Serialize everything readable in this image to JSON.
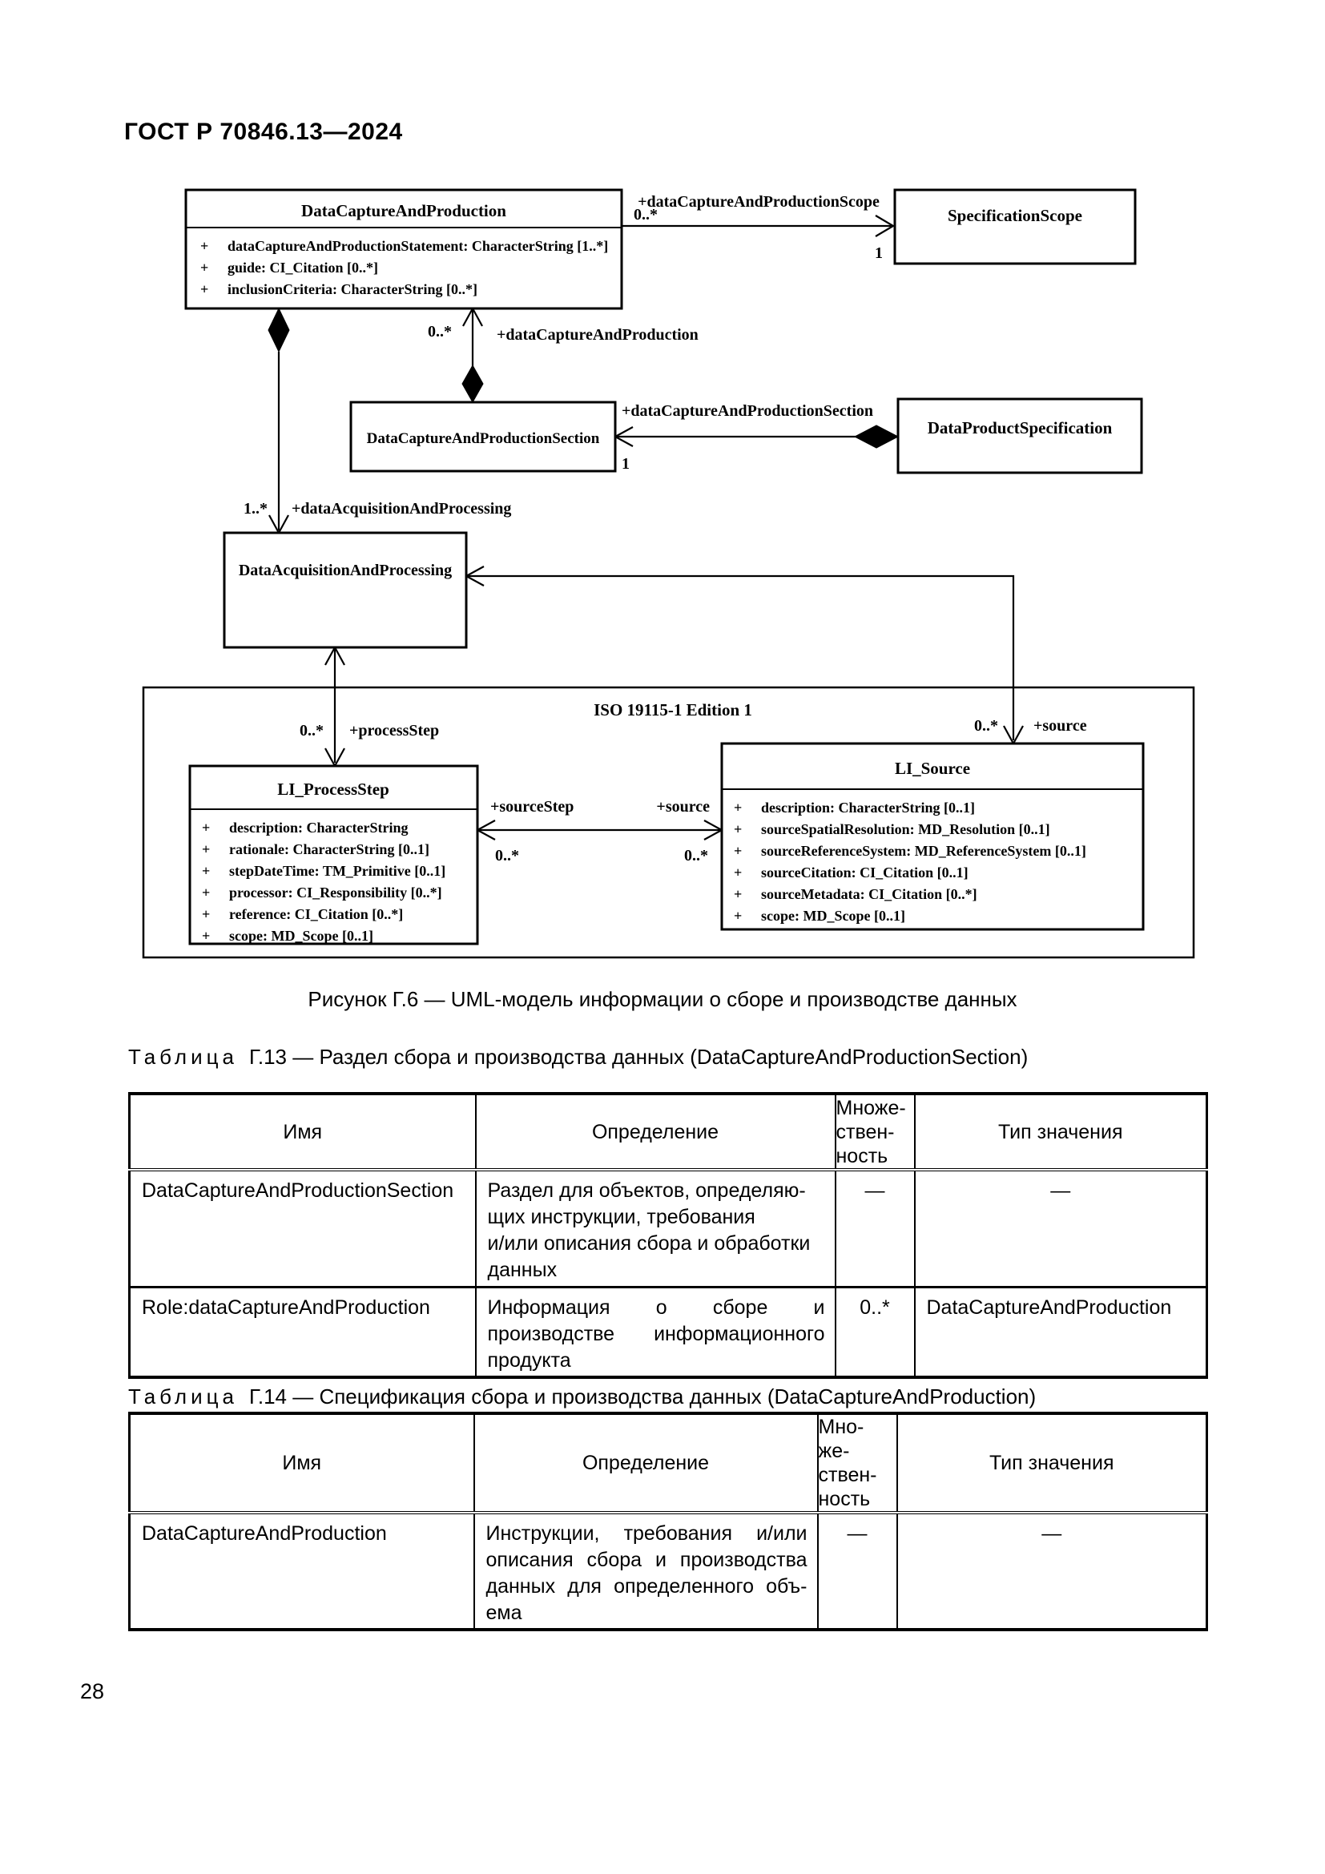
{
  "page": {
    "doc_number": "ГОСТ Р 70846.13—2024",
    "page_number": "28",
    "figure_caption": "Рисунок Г.6 — UML-модель информации о сборе и производстве данных"
  },
  "diagram": {
    "plus": "+",
    "frame_label": "ISO 19115-1 Edition 1",
    "classes": {
      "dcp": {
        "name": "DataCaptureAndProduction",
        "attributes": [
          "dataCaptureAndProductionStatement: CharacterString [1..*]",
          "guide: CI_Citation [0..*]",
          "inclusionCriteria: CharacterString [0..*]"
        ]
      },
      "scope": {
        "name": "SpecificationScope"
      },
      "section": {
        "name": "DataCaptureAndProductionSection"
      },
      "dps": {
        "name": "DataProductSpecification"
      },
      "dap": {
        "name": "DataAcquisitionAndProcessing"
      },
      "processstep": {
        "name": "LI_ProcessStep",
        "attributes": [
          "description: CharacterString",
          "rationale: CharacterString [0..1]",
          "stepDateTime: TM_Primitive [0..1]",
          "processor: CI_Responsibility [0..*]",
          "reference: CI_Citation [0..*]",
          "scope: MD_Scope [0..1]"
        ]
      },
      "source": {
        "name": "LI_Source",
        "attributes": [
          "description: CharacterString [0..1]",
          "sourceSpatialResolution: MD_Resolution [0..1]",
          "sourceReferenceSystem: MD_ReferenceSystem [0..1]",
          "sourceCitation: CI_Citation [0..1]",
          "sourceMetadata: CI_Citation [0..*]",
          "scope: MD_Scope [0..1]"
        ]
      }
    },
    "associations": {
      "scope": {
        "role": "+dataCaptureAndProductionScope",
        "mult_src": "0..*",
        "mult_tgt": "1"
      },
      "section_to_dcp": {
        "role": "+dataCaptureAndProduction",
        "mult": "0..*"
      },
      "dps_to_section": {
        "role": "+dataCaptureAndProductionSection",
        "mult": "1"
      },
      "dcp_to_dap": {
        "role": "+dataAcquisitionAndProcessing",
        "mult": "1..*"
      },
      "process_step": {
        "role": "+processStep",
        "mult": "0..*"
      },
      "source_down": {
        "role": "+source",
        "mult": "0..*"
      },
      "source_step": {
        "role_left": "+sourceStep",
        "mult_left": "0..*",
        "role_right": "+source",
        "mult_right": "0..*"
      }
    }
  },
  "table_g13": {
    "caption_label": "Таблица",
    "caption_rest": "Г.13 — Раздел сбора и производства данных (DataCaptureAndProductionSection)",
    "headers": [
      "Имя",
      "Определение",
      "Множе-\nствен-\nность",
      "Тип значения"
    ],
    "rows": [
      {
        "name": "DataCaptureAndProductionSection",
        "definition": "Раздел для объектов, определяю-\nщих инструкции, требования\nи/или описания сбора и обработки\nданных",
        "multiplicity": "—",
        "value_type": "—"
      },
      {
        "name": "Role:dataCaptureAndProduction",
        "definition": "Информация о сборе и\nпроизводстве информационного\nпродукта",
        "multiplicity": "0..*",
        "value_type": "DataCaptureAndProduction"
      }
    ]
  },
  "table_g14": {
    "caption_label": "Таблица",
    "caption_rest": "Г.14 — Спецификация сбора и производства данных (DataCaptureAndProduction)",
    "headers": [
      "Имя",
      "Определение",
      "Мно-\nже-\nствен-\nность",
      "Тип значения"
    ],
    "rows": [
      {
        "name": "DataCaptureAndProduction",
        "definition": "Инструкции, требования и/или\nописания сбора и производства\nданных для определенного объ-\nема",
        "multiplicity": "—",
        "value_type": "—"
      }
    ]
  }
}
